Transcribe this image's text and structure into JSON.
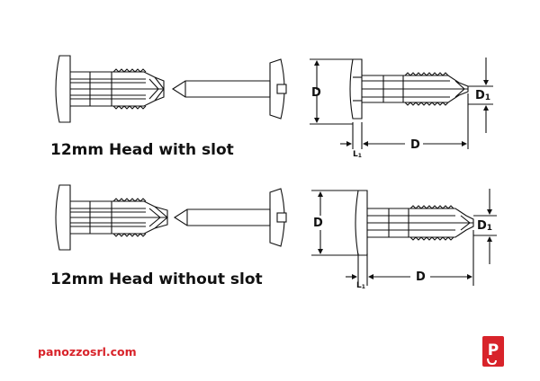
{
  "captions": {
    "with_slot": "12mm Head with slot",
    "without_slot": "12mm Head without slot"
  },
  "labels": {
    "d": "D",
    "d1_main": "D",
    "d1_sub": "1",
    "l1_main": "L",
    "l1_sub": "1"
  },
  "footer": {
    "website": "panozzosrl.com",
    "logo_letter": "P"
  },
  "colors": {
    "line": "#111111",
    "brand": "#d8232a",
    "background": "#ffffff"
  }
}
